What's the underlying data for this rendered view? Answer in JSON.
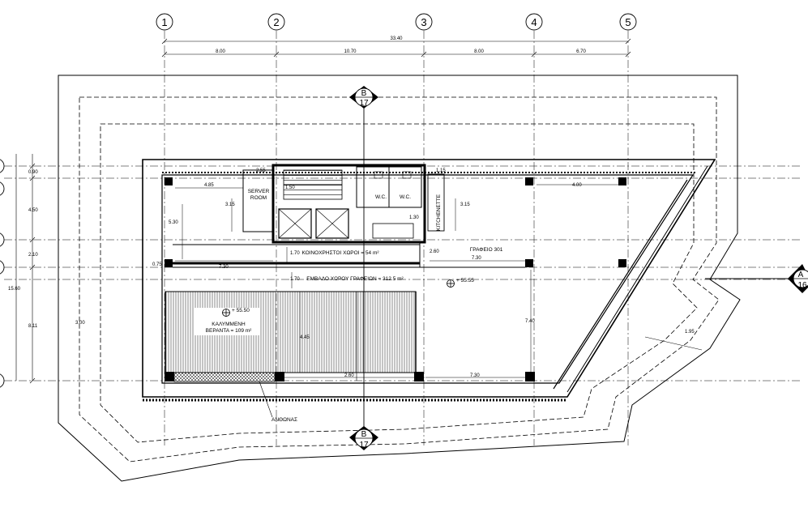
{
  "grid": {
    "columns": [
      "1",
      "2",
      "3",
      "4",
      "5"
    ],
    "rows": [
      "",
      "",
      "",
      "",
      ""
    ]
  },
  "dimensions": {
    "overall": "33.40",
    "spans": [
      "8.00",
      "10.70",
      "8.00",
      "6.70"
    ],
    "left_rows": [
      "0.90",
      "4.50",
      "2.10",
      "8.11"
    ],
    "left_total": "15.60",
    "misc": [
      "2.55",
      "4.85",
      "3.15",
      "5.30",
      "1.50",
      "1.70",
      "1.15",
      "1.30",
      "2.60",
      "3.15",
      "4.00",
      "7.30",
      "7.30",
      "7.30",
      "7.40",
      "4.45",
      "1.70",
      "0.75",
      "2.60",
      "1.95",
      "3.00"
    ]
  },
  "rooms": {
    "server_line1": "SERVER",
    "server_line2": "ROOM",
    "wc": "W.C.",
    "kitchen": "KITCHENETTE",
    "common": "ΚΟΙΝΟΧΡΗΣΤΟΙ ΧΩΡΟΙ = 54 m²",
    "office": "ΓΡΑΦΕΙΟ 301",
    "office_area": "ΕΜΒΑΔΟ ΧΩΡΟΥ ΓΡΑΦΕΙΩΝ = 312.5 m²",
    "veranda_line1": "ΚΑΛΥΜΜΕΝΗ",
    "veranda_line2": "ΒΕΡΑΝΤΑ = 109 m²",
    "planter": "ΑΝΘΩΝΑΣ"
  },
  "levels": {
    "office": "+ 55.55",
    "veranda": "+ 55.50"
  },
  "sections": {
    "top_letter": "B",
    "top_sheet": "17",
    "bottom_letter": "B",
    "bottom_sheet": "17",
    "right_letter": "A",
    "right_sheet": "16"
  }
}
